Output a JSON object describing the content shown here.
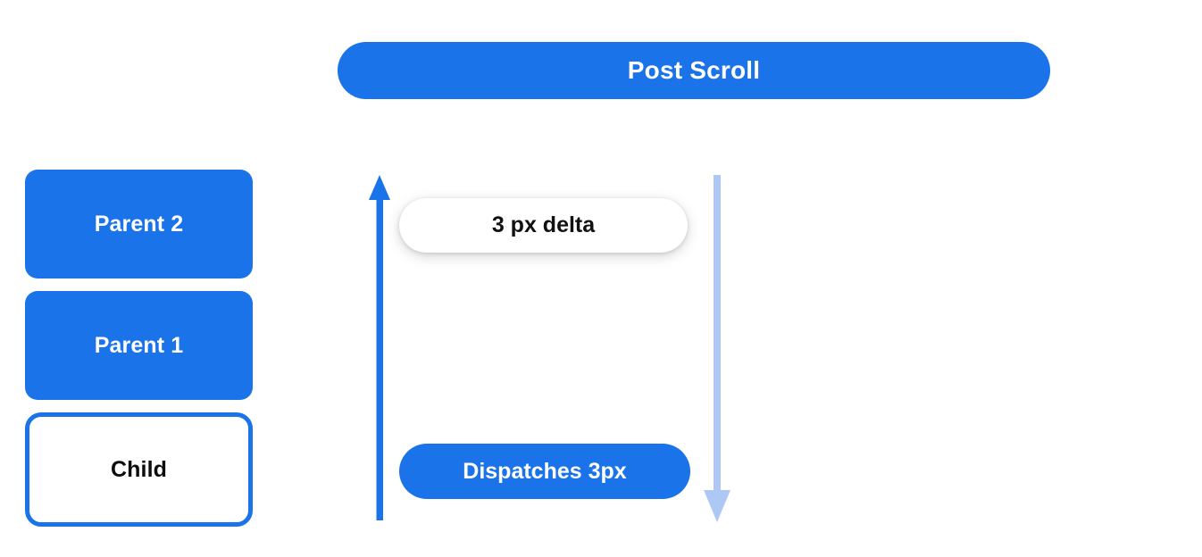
{
  "header": {
    "title": "Post Scroll"
  },
  "boxes": [
    {
      "label": "Parent 2",
      "style": "filled"
    },
    {
      "label": "Parent 1",
      "style": "filled"
    },
    {
      "label": "Child",
      "style": "outlined"
    }
  ],
  "pills": {
    "delta": "3 px delta",
    "dispatch": "Dispatches 3px"
  },
  "arrows": [
    {
      "name": "scroll-up-arrow",
      "direction": "up",
      "color": "#1a73e8"
    },
    {
      "name": "scroll-down-arrow",
      "direction": "down",
      "color": "#aec8f5"
    }
  ],
  "colors": {
    "primary_blue": "#1a73e8",
    "light_blue": "#aec8f5",
    "text_dark": "#0d0d0d",
    "surface": "#ffffff"
  }
}
